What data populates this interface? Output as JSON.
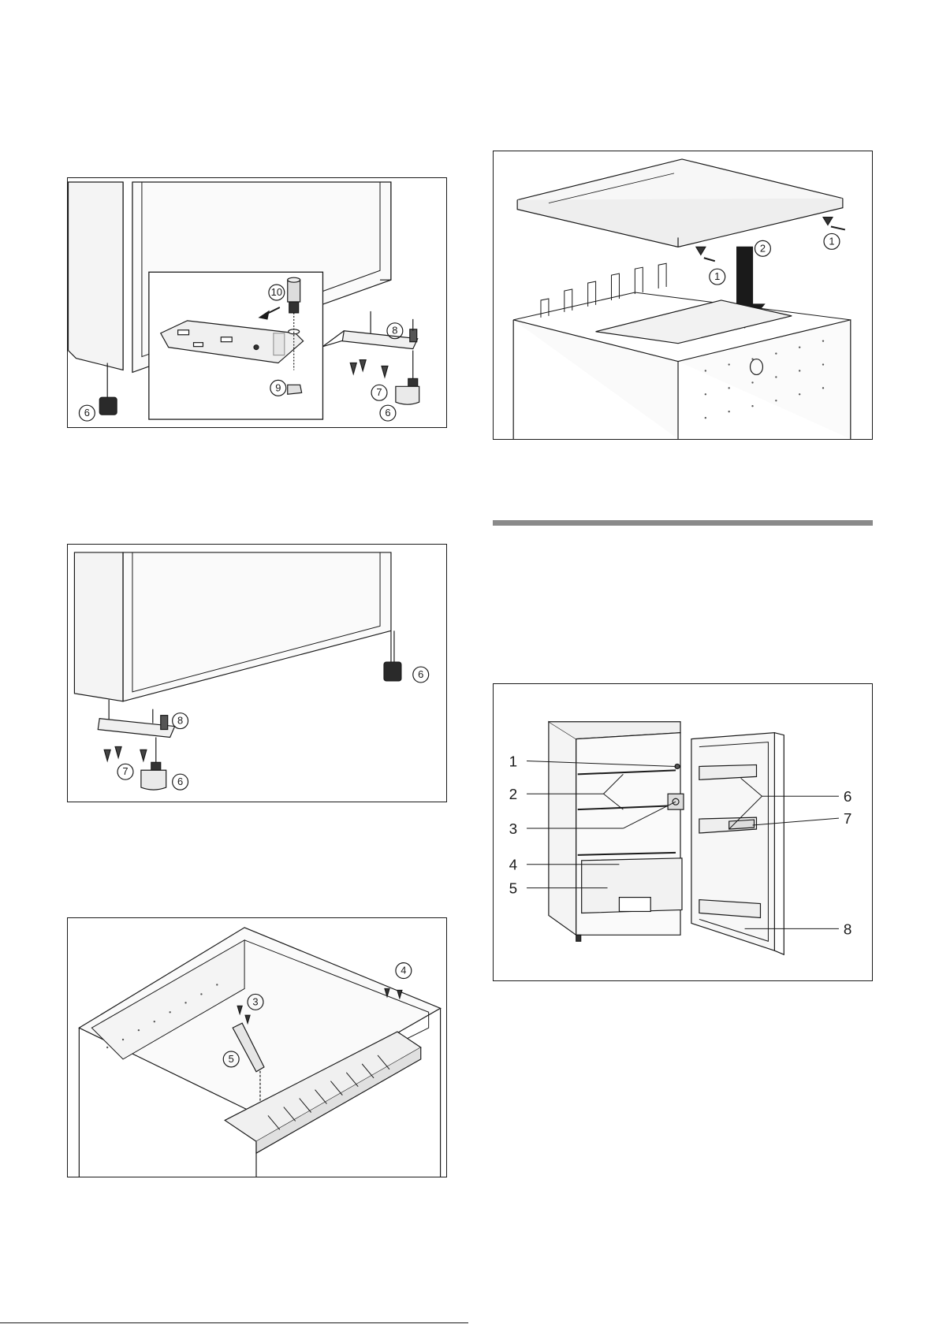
{
  "fig1": {
    "callouts": [
      "10",
      "8",
      "9",
      "7",
      "6",
      "6"
    ]
  },
  "fig2": {
    "callouts": [
      "6",
      "8",
      "7",
      "6"
    ]
  },
  "fig3": {
    "callouts": [
      "4",
      "3",
      "5"
    ]
  },
  "fig4": {
    "callouts": [
      "2",
      "1",
      "1"
    ]
  },
  "fig5": {
    "labels": [
      "1",
      "2",
      "3",
      "4",
      "5",
      "6",
      "7",
      "8"
    ]
  }
}
